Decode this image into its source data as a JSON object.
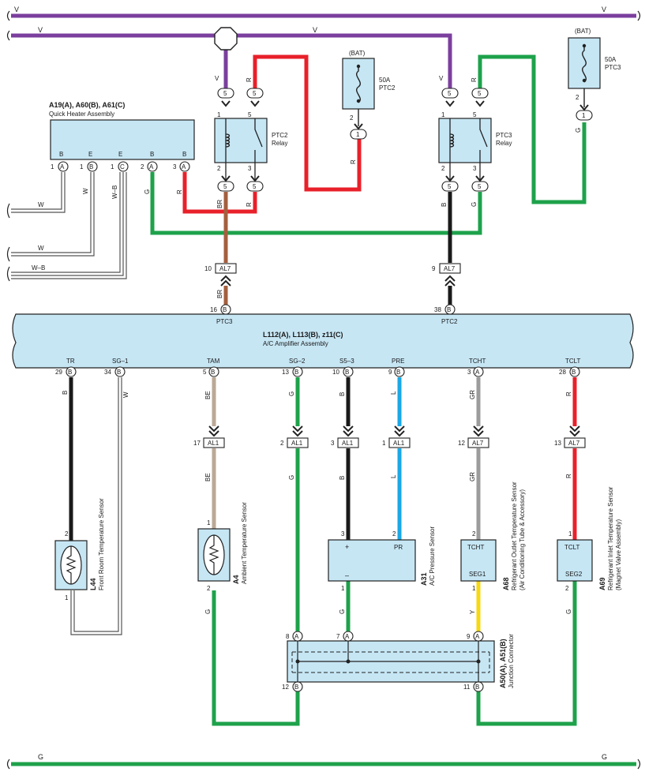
{
  "colors": {
    "violet": "#7b3f9e",
    "red": "#e8202a",
    "green": "#1ea24b",
    "black": "#1a1a1a",
    "brown": "#a55f3e",
    "beige": "#bba896",
    "blue": "#1aa8e6",
    "gray": "#9c9c9c",
    "yellow": "#f6d90f",
    "box_fill": "#c6e6f4"
  },
  "rails": {
    "v_label": "V",
    "g_label": "G",
    "bat_label": "(BAT)"
  },
  "labels": {
    "color_v": "V",
    "color_r": "R",
    "color_g": "G",
    "color_b": "B",
    "color_br": "BR",
    "color_w": "W",
    "color_wb": "W–B",
    "color_be": "BE",
    "color_l": "L",
    "color_gr": "GR",
    "color_y": "Y"
  },
  "fuses": [
    {
      "label": "50A",
      "name": "PTC2",
      "terminal": "2",
      "pin": "1"
    },
    {
      "label": "50A",
      "name": "PTC3",
      "terminal": "2",
      "pin": "1"
    }
  ],
  "relays": [
    {
      "name": "PTC2",
      "type": "Relay",
      "pins": [
        "1",
        "5",
        "2",
        "3"
      ],
      "conn": "5"
    },
    {
      "name": "PTC3",
      "type": "Relay",
      "pins": [
        "1",
        "5",
        "2",
        "3"
      ],
      "conn": "5"
    }
  ],
  "quick_heater": {
    "title": "A19(A), A60(B), A61(C)",
    "name": "Quick Heater Assembly",
    "terminals": [
      {
        "label": "B",
        "num": "1",
        "letter": "A"
      },
      {
        "label": "E",
        "num": "1",
        "letter": "B"
      },
      {
        "label": "E",
        "num": "1",
        "letter": "C"
      },
      {
        "label": "B",
        "num": "2",
        "letter": "A"
      },
      {
        "label": "B",
        "num": "3",
        "letter": "A"
      }
    ]
  },
  "al7_top": [
    {
      "num": "10",
      "name": "AL7"
    },
    {
      "num": "9",
      "name": "AL7"
    }
  ],
  "amplifier": {
    "title": "L112(A), L113(B), z11(C)",
    "name": "A/C Amplifier Assembly",
    "top_pins": [
      {
        "num": "16",
        "letter": "B",
        "label": "PTC3"
      },
      {
        "num": "38",
        "letter": "B",
        "label": "PTC2"
      }
    ],
    "bottom_pins": [
      {
        "label": "TR",
        "num": "29",
        "letter": "B"
      },
      {
        "label": "SG–1",
        "num": "34",
        "letter": "B"
      },
      {
        "label": "TAM",
        "num": "5",
        "letter": "B"
      },
      {
        "label": "SG–2",
        "num": "13",
        "letter": "B"
      },
      {
        "label": "S5–3",
        "num": "10",
        "letter": "B"
      },
      {
        "label": "PRE",
        "num": "9",
        "letter": "B"
      },
      {
        "label": "TCHT",
        "num": "3",
        "letter": "A"
      },
      {
        "label": "TCLT",
        "num": "28",
        "letter": "B"
      }
    ]
  },
  "al_connectors": [
    {
      "num": "17",
      "name": "AL1"
    },
    {
      "num": "2",
      "name": "AL1"
    },
    {
      "num": "3",
      "name": "AL1"
    },
    {
      "num": "1",
      "name": "AL1"
    },
    {
      "num": "12",
      "name": "AL7"
    },
    {
      "num": "13",
      "name": "AL7"
    }
  ],
  "sensors": {
    "l44": {
      "code": "L44",
      "name": "Front Room Temperature Sensor",
      "pin_top": "2",
      "pin_bottom": "1"
    },
    "a4": {
      "code": "A4",
      "name": "Ambient Temperature Sensor",
      "pin_top": "1",
      "pin_bottom": "2"
    },
    "a31": {
      "code": "A31",
      "name": "A/C Pressure Sensor",
      "pin_plus_num": "3",
      "pin_pr_num": "2",
      "pin_minus_num": "1",
      "plus": "+",
      "pr": "PR",
      "minus": "–"
    },
    "a68": {
      "code": "A68",
      "name": "Refrigerant Outlet Temperature Sensor",
      "sub": "(Air Conditioning Tube & Accessory)",
      "top": "TCHT",
      "bottom": "SEG1",
      "pin_top": "2",
      "pin_bottom": "1"
    },
    "a69": {
      "code": "A69",
      "name": "Refrigerant Inlet Temperature Sensor",
      "sub": "(Magnet Valve Assembly)",
      "top": "TCLT",
      "bottom": "SEG2",
      "pin_top": "1",
      "pin_bottom": "2"
    }
  },
  "junction": {
    "code": "A50(A), A51(B)",
    "name": "Junction Connector",
    "top_pins": [
      {
        "num": "8",
        "letter": "A"
      },
      {
        "num": "7",
        "letter": "A"
      },
      {
        "num": "9",
        "letter": "A"
      }
    ],
    "bottom_pins": [
      {
        "num": "12",
        "letter": "B"
      },
      {
        "num": "11",
        "letter": "B"
      }
    ]
  }
}
